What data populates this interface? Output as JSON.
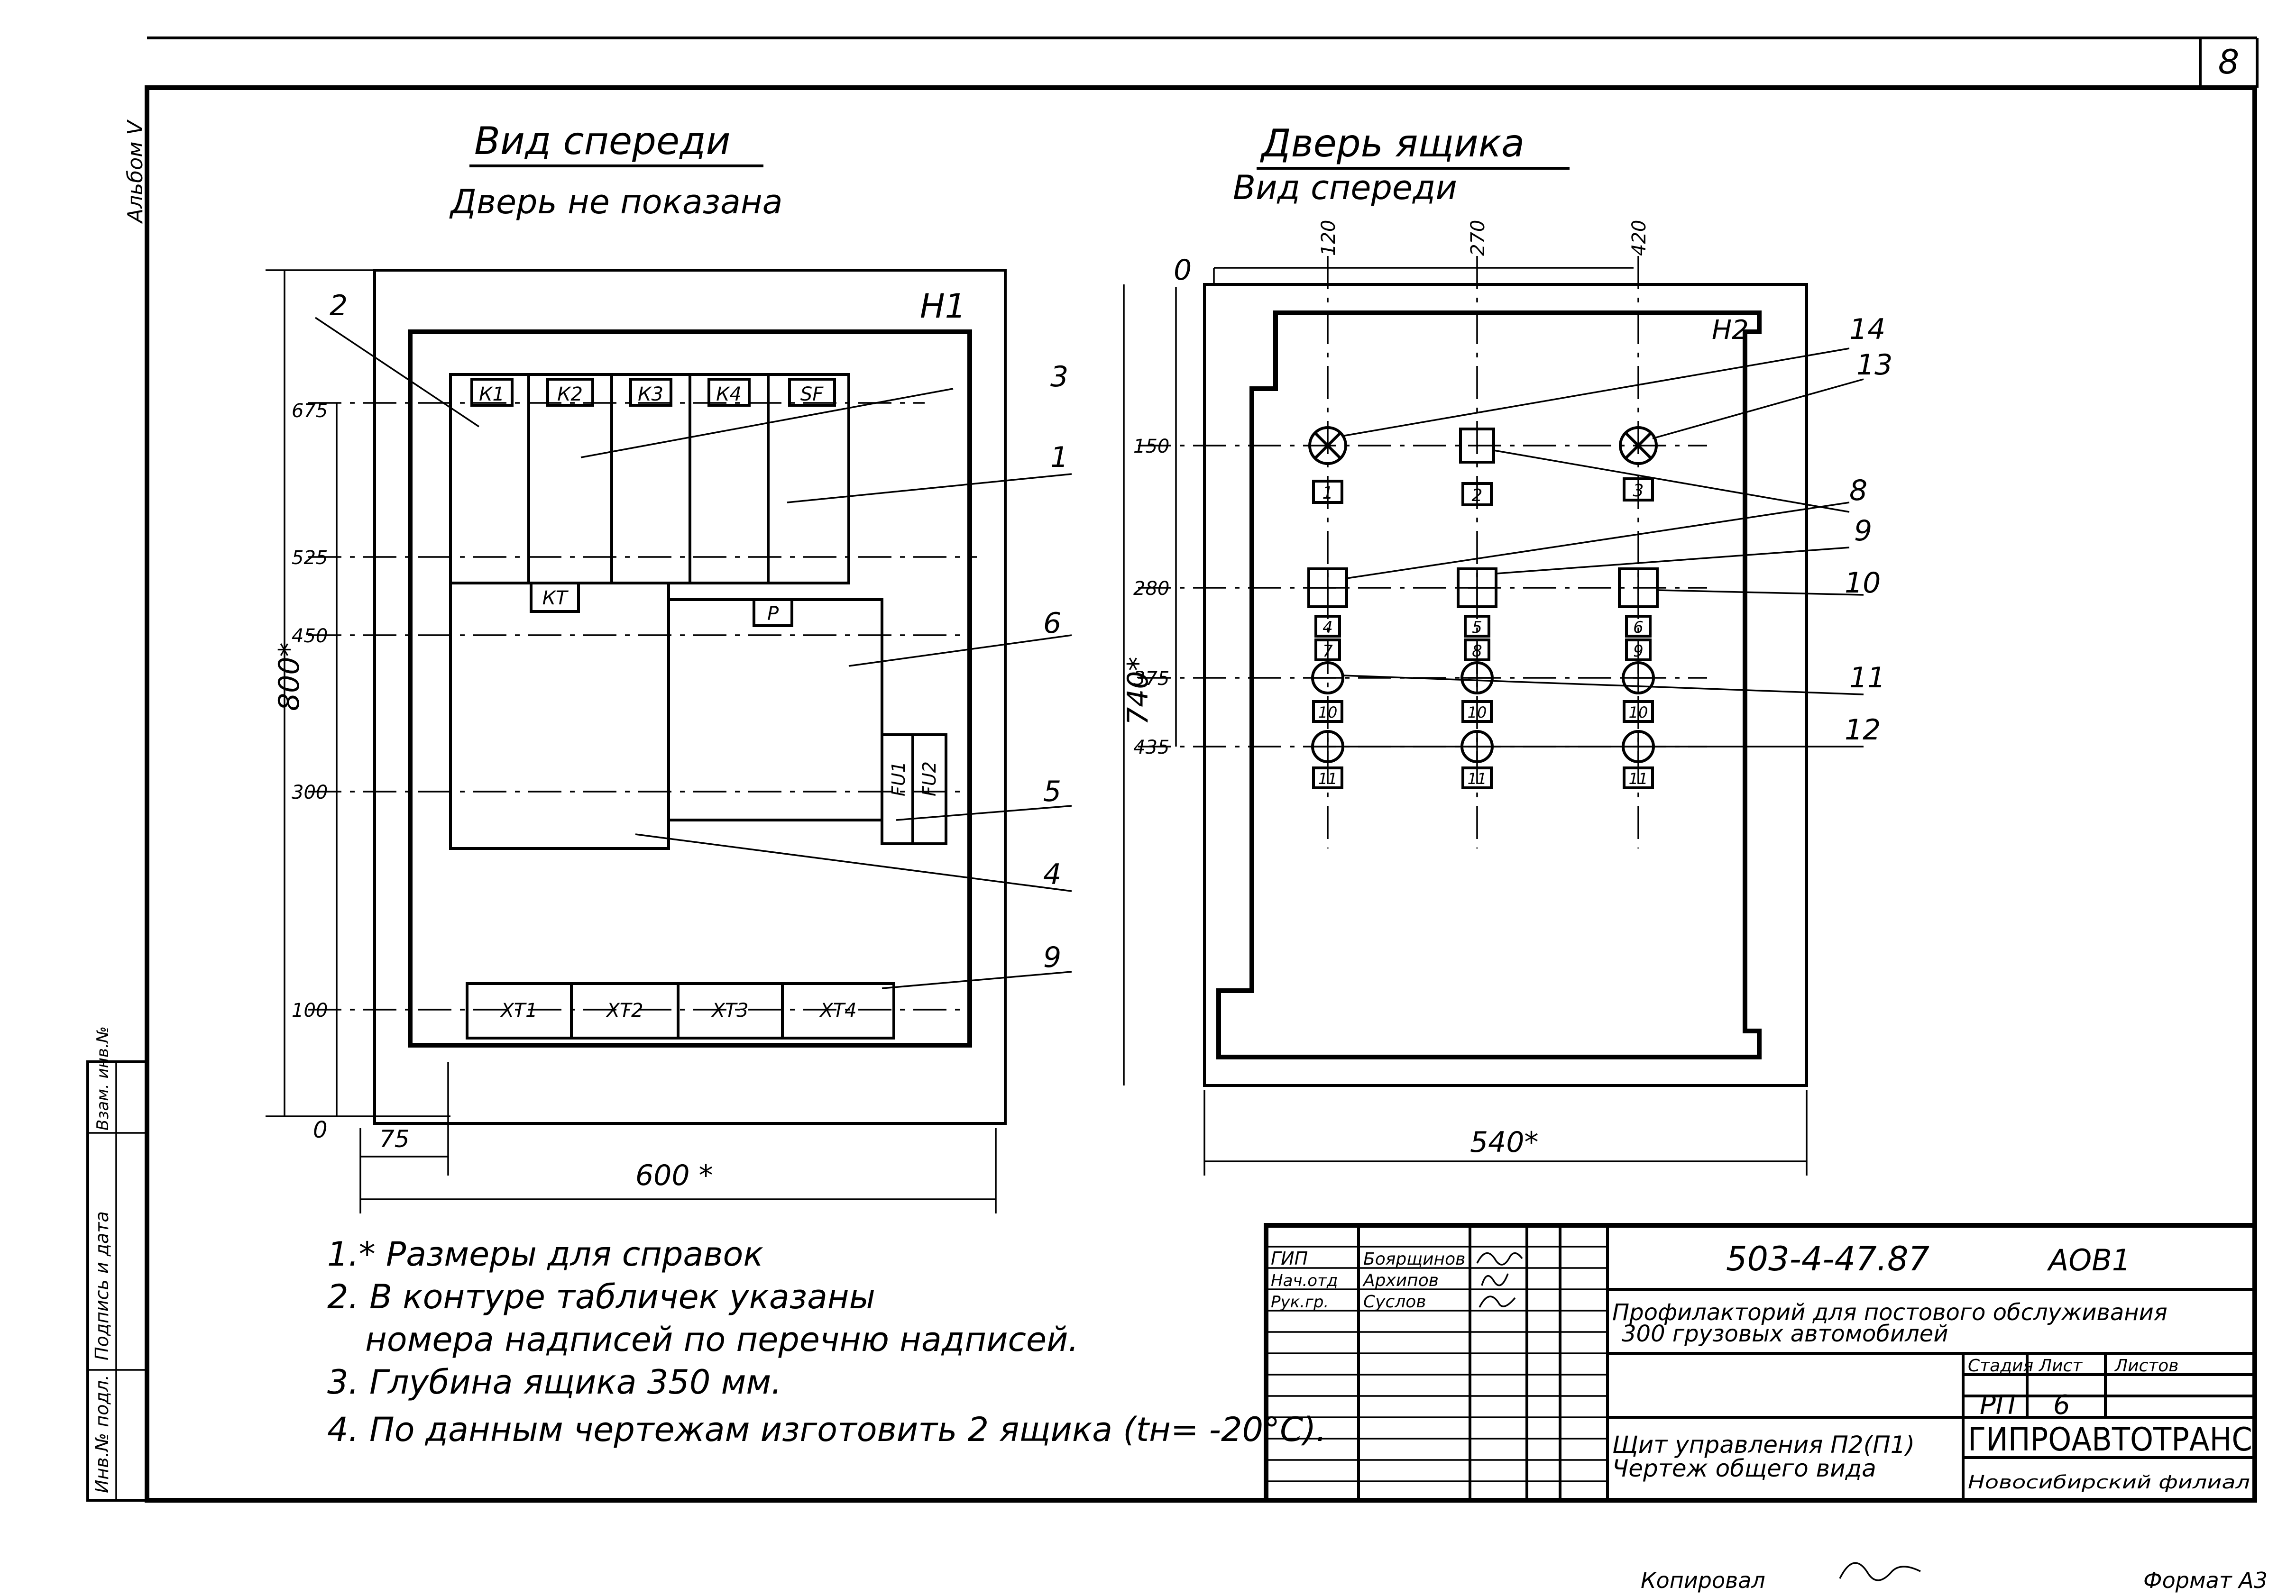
{
  "sheet": {
    "page_number": "8",
    "album_label": "Альбом V",
    "copied_label": "Копировал",
    "format_label": "Формат А3"
  },
  "front_view": {
    "title": "Вид спереди",
    "subtitle": "Дверь не показана",
    "cabinet_mark": "Н1",
    "top_devices": [
      "К1",
      "К2",
      "К3",
      "К4",
      "SF"
    ],
    "relay_labels": [
      "КТ",
      "Р"
    ],
    "fuse_labels": [
      "FU1",
      "FU2"
    ],
    "terminals": [
      "ХТ1",
      "ХТ2",
      "ХТ3",
      "ХТ4"
    ],
    "dimensions": {
      "d675": "675",
      "d525": "525",
      "d450": "450",
      "d300": "300",
      "d100": "100",
      "zero": "0",
      "height": "800*",
      "width": "600 *",
      "offset": "75"
    },
    "callouts": [
      "1",
      "2",
      "3",
      "4",
      "5",
      "6",
      "9"
    ]
  },
  "door_view": {
    "title": "Дверь ящика",
    "subtitle": "Вид спереди",
    "cabinet_mark": "Н2",
    "columns": [
      "120",
      "270",
      "420"
    ],
    "rows": {
      "r150": "150",
      "r280": "280",
      "r375": "375",
      "r435": "435",
      "zero": "0"
    },
    "height": "740*",
    "width": "540*",
    "plates": [
      [
        "1",
        "2",
        "3"
      ],
      [
        "4",
        "5",
        "6"
      ],
      [
        "7",
        "8",
        "9"
      ],
      [
        "10",
        "10",
        "10"
      ],
      [
        "11",
        "11",
        "11"
      ]
    ],
    "callouts": [
      "8",
      "9",
      "10",
      "11",
      "12",
      "13",
      "14"
    ]
  },
  "notes": [
    "1.* Размеры для справок",
    "2. В контуре табличек указаны",
    "номера надписей по перечню надписей.",
    "3. Глубина ящика 350 мм.",
    "4. По данным чертежам изготовить 2 ящика (tн= -20°С)."
  ],
  "side_stamp": [
    "Инв.№ подл.",
    "Подпись и дата",
    "Взам. инв.№"
  ],
  "title_block": {
    "designation": "503-4-47.87",
    "sheet_code": "АОВ1",
    "project_line1": "Профилакторий для постового обслуживания",
    "project_line2": "300 грузовых автомобилей",
    "drawing_line1": "Щит управления П2(П1)",
    "drawing_line2": "Чертеж общего вида",
    "organization": "ГИПРОАВТОТРАНС",
    "branch": "Новосибирский филиал",
    "stage_label": "Стадия",
    "sheet_label": "Лист",
    "sheets_label": "Листов",
    "stage_value": "РП",
    "sheet_value": "6",
    "staff": [
      {
        "role": "ГИП",
        "name": "Боярщинов"
      },
      {
        "role": "Нач.отд",
        "name": "Архипов"
      },
      {
        "role": "Рук.гр.",
        "name": "Суслов"
      }
    ]
  }
}
